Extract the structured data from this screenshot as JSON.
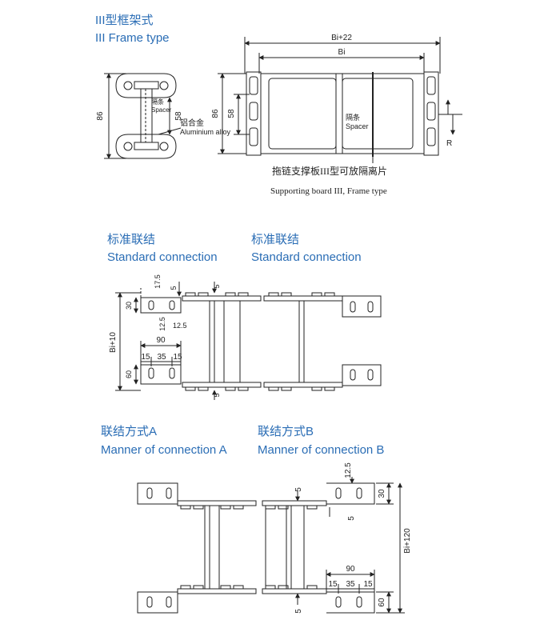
{
  "headings": {
    "frame_cn": "III型框架式",
    "frame_en": "III Frame type",
    "std1_cn": "标准联结",
    "std1_en": "Standard connection",
    "std2_cn": "标准联结",
    "std2_en": "Standard connection",
    "connA_cn": "联结方式A",
    "connA_en": "Manner of connection A",
    "connB_cn": "联结方式B",
    "connB_en": "Manner of connection B"
  },
  "frame_section": {
    "spacer_cn": "隔条",
    "spacer_en": "Spacer",
    "alloy_cn": "铝合金",
    "alloy_en": "Aluminium alloy",
    "dim_86_left": "86",
    "dim_58_left": "58",
    "dim_86_right": "86",
    "dim_58_right": "58",
    "dim_bi22": "Bi+22",
    "dim_bi": "Bi",
    "dim_r": "R",
    "caption_cn": "拖链支撑板III型可放隔离片",
    "caption_en": "Supporting board III, Frame type"
  },
  "standard_section": {
    "d_17_5": "17.5",
    "d_5_top": "5",
    "d_5_top2": "5",
    "d_30": "30",
    "d_12_5a": "12.5",
    "d_12_5b": "12.5",
    "d_bi10": "Bi+10",
    "d_90": "90",
    "d_15a": "15",
    "d_35": "35",
    "d_15b": "15",
    "d_60": "60",
    "d_5_bottom": "5"
  },
  "connection_section": {
    "b_12_5": "12.5",
    "b_30": "30",
    "b_5_top": "5",
    "b_5_mid": "5",
    "b_bi120": "Bi+120",
    "b_90": "90",
    "b_15a": "15",
    "b_35": "35",
    "b_15b": "15",
    "b_5_bottom": "5",
    "b_60": "60"
  }
}
